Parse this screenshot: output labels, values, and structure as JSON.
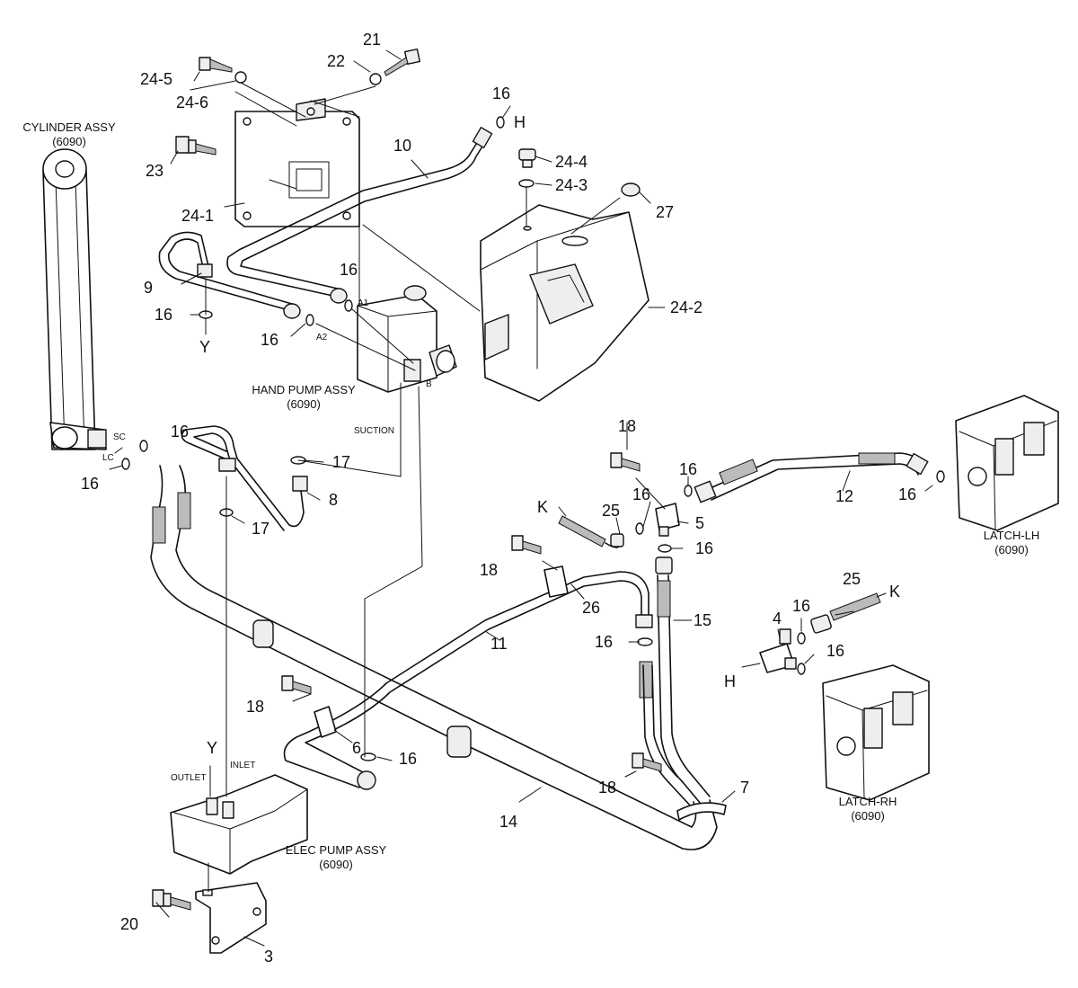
{
  "assemblies": {
    "cylinder": {
      "title": "CYLINDER ASSY",
      "ref": "(6090)"
    },
    "hand_pump": {
      "title": "HAND PUMP ASSY",
      "ref": "(6090)"
    },
    "elec_pump": {
      "title": "ELEC PUMP ASSY",
      "ref": "(6090)"
    },
    "latch_lh": {
      "title": "LATCH-LH",
      "ref": "(6090)"
    },
    "latch_rh": {
      "title": "LATCH-RH",
      "ref": "(6090)"
    }
  },
  "port_labels": {
    "sc": "SC",
    "lc": "LC",
    "a1": "A1",
    "a2": "A2",
    "b": "B",
    "suction": "SUCTION",
    "outlet": "OUTLET",
    "inlet": "INLET"
  },
  "callouts": {
    "p21": "21",
    "p22": "22",
    "p24_5": "24-5",
    "p24_6": "24-6",
    "p23": "23",
    "p24_1": "24-1",
    "p10": "10",
    "p16_h": "16",
    "h_top": "H",
    "p24_4": "24-4",
    "p24_3": "24-3",
    "p27": "27",
    "p24_2": "24-2",
    "p9": "9",
    "p16_a1": "16",
    "p16_y": "16",
    "y_left": "Y",
    "p16_a2": "16",
    "p16_sc": "16",
    "p16_lc": "16",
    "p17_a": "17",
    "p8": "8",
    "p17_b": "17",
    "p18_a": "18",
    "p16_5a": "16",
    "p16_5b": "16",
    "k_left": "K",
    "p25_a": "25",
    "p5": "5",
    "p16_5c": "16",
    "p12": "12",
    "p16_latch": "16",
    "p18_b": "18",
    "p26": "26",
    "p11": "11",
    "p16_15": "16",
    "p15": "15",
    "p25_b": "25",
    "k_right": "K",
    "p16_4a": "16",
    "p4": "4",
    "p16_4b": "16",
    "h_right": "H",
    "p18_c": "18",
    "p6": "6",
    "p16_6": "16",
    "p18_d": "18",
    "p7": "7",
    "p14": "14",
    "y_bottom": "Y",
    "p20": "20",
    "p3": "3"
  }
}
